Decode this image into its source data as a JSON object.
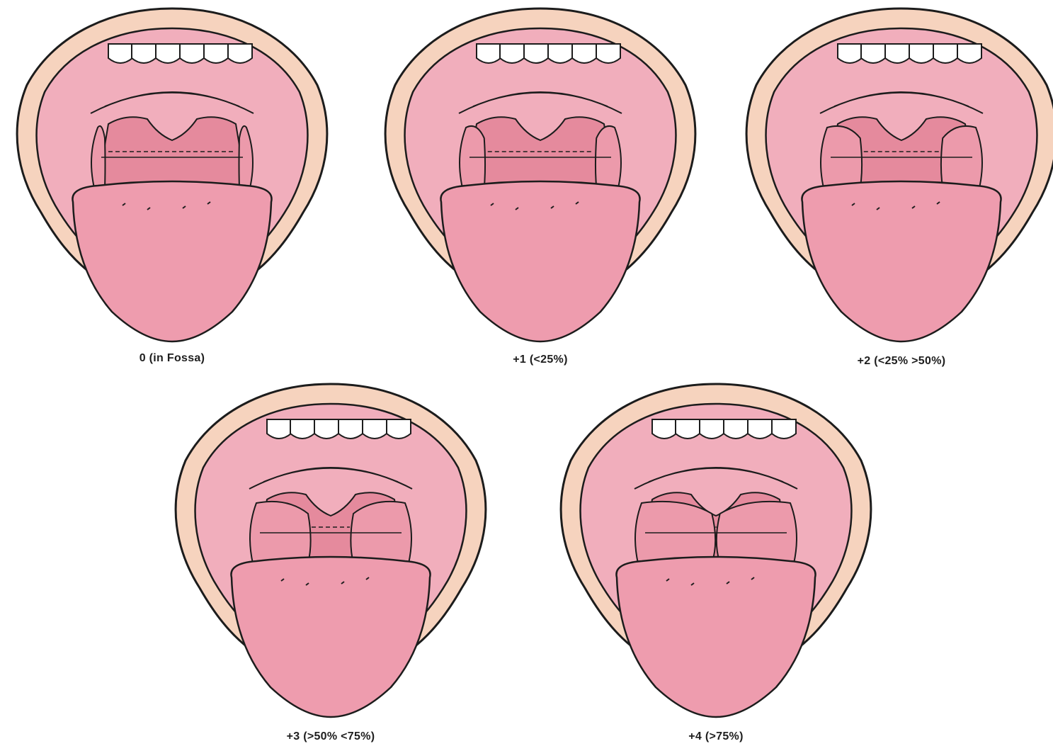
{
  "panels": [
    {
      "id": "grade-0",
      "caption": "0 (in Fossa)",
      "tonsil_fraction": 0.0
    },
    {
      "id": "grade-1",
      "caption": "+1 (<25%)",
      "tonsil_fraction": 0.15
    },
    {
      "id": "grade-2",
      "caption": "+2 (<25% >50%)",
      "tonsil_fraction": 0.35
    },
    {
      "id": "grade-3",
      "caption": "+3 (>50% <75%)",
      "tonsil_fraction": 0.6
    },
    {
      "id": "grade-4",
      "caption": "+4 (>75%)",
      "tonsil_fraction": 0.85
    }
  ],
  "colors": {
    "lip": "#f6d3be",
    "mouth": "#f1aebc",
    "throat": "#e58a9d",
    "tonsil": "#ec9aab",
    "tongue": "#ee9cae",
    "tooth": "#ffffff",
    "outline": "#1c1c1c"
  }
}
